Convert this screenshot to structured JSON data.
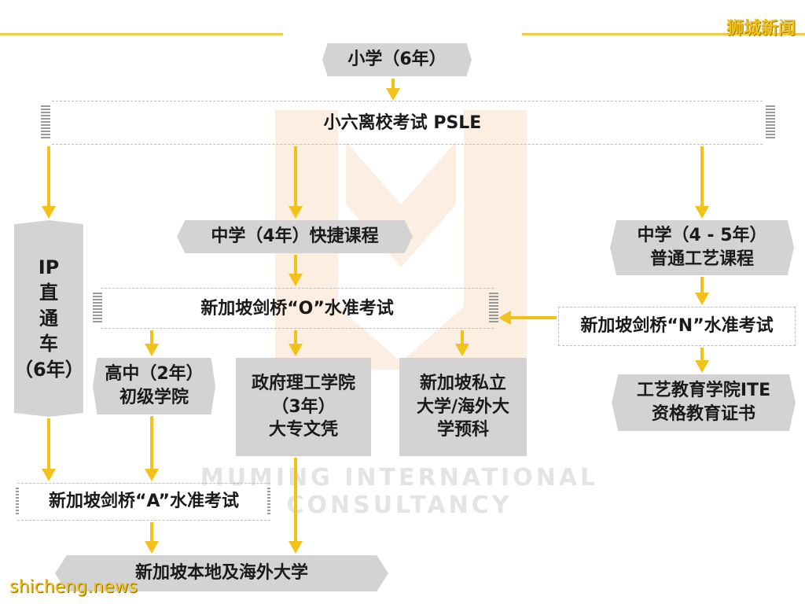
{
  "brand": "狮城新闻",
  "watermark": "MUMING INTERNATIONAL CONSULTANCY",
  "site": "shicheng.news",
  "colors": {
    "arrow": "#f2c21a",
    "box": "#d3d3d3",
    "line": "#f0c84a"
  },
  "nodes": {
    "primary": "小学（6年）",
    "psle": "小六离校考试 PSLE",
    "ip": [
      "IP",
      "直",
      "通",
      "车",
      "（6年）"
    ],
    "express": "中学（4年）快捷课程",
    "normal": [
      "中学（4 - 5年）",
      "普通工艺课程"
    ],
    "o_level": "新加坡剑桥“O”水准考试",
    "n_level": "新加坡剑桥“N”水准考试",
    "jc": [
      "高中（2年）",
      "初级学院"
    ],
    "poly": [
      "政府理工学院",
      "（3年）",
      "大专文凭"
    ],
    "private": [
      "新加坡私立",
      "大学/海外大",
      "学预科"
    ],
    "ite": [
      "工艺教育学院ITE",
      "资格教育证书"
    ],
    "a_level": "新加坡剑桥“A”水准考试",
    "university": "新加坡本地及海外大学"
  }
}
